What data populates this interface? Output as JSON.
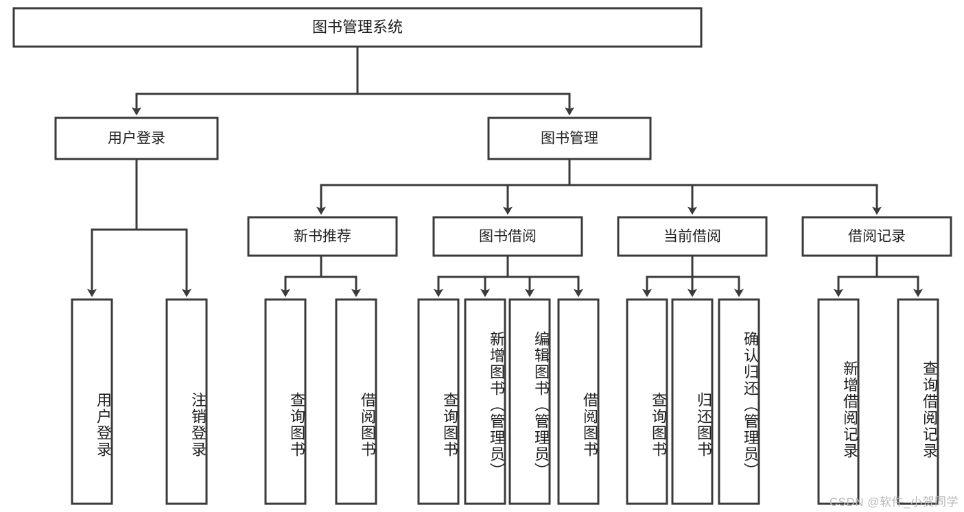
{
  "diagram": {
    "title": "图书管理系统",
    "type": "tree",
    "watermark": "CSDN @软件_小贺同学",
    "colors": {
      "stroke": "#3a3a3a",
      "box_fill": "#ffffff",
      "text": "#1f1f1f",
      "background": "#ffffff",
      "watermark": "#b9b9b9"
    },
    "nodes": {
      "root": {
        "label": "图书管理系统"
      },
      "level1": [
        {
          "label": "用户登录"
        },
        {
          "label": "图书管理"
        }
      ],
      "level2": [
        {
          "label": "新书推荐"
        },
        {
          "label": "图书借阅"
        },
        {
          "label": "当前借阅"
        },
        {
          "label": "借阅记录"
        }
      ],
      "leaves_user_login": [
        {
          "label": "用户登录"
        },
        {
          "label": "注销登录"
        }
      ],
      "leaves_new_book": [
        {
          "label": "查询图书"
        },
        {
          "label": "借阅图书"
        }
      ],
      "leaves_borrow": [
        {
          "label": "查询图书"
        },
        {
          "label": "新增图书（管理员）"
        },
        {
          "label": "编辑图书（管理员）"
        },
        {
          "label": "借阅图书"
        }
      ],
      "leaves_current": [
        {
          "label": "查询图书"
        },
        {
          "label": "归还图书"
        },
        {
          "label": "确认归还（管理员）"
        }
      ],
      "leaves_records": [
        {
          "label": "新增借阅记录"
        },
        {
          "label": "查询借阅记录"
        }
      ]
    }
  }
}
